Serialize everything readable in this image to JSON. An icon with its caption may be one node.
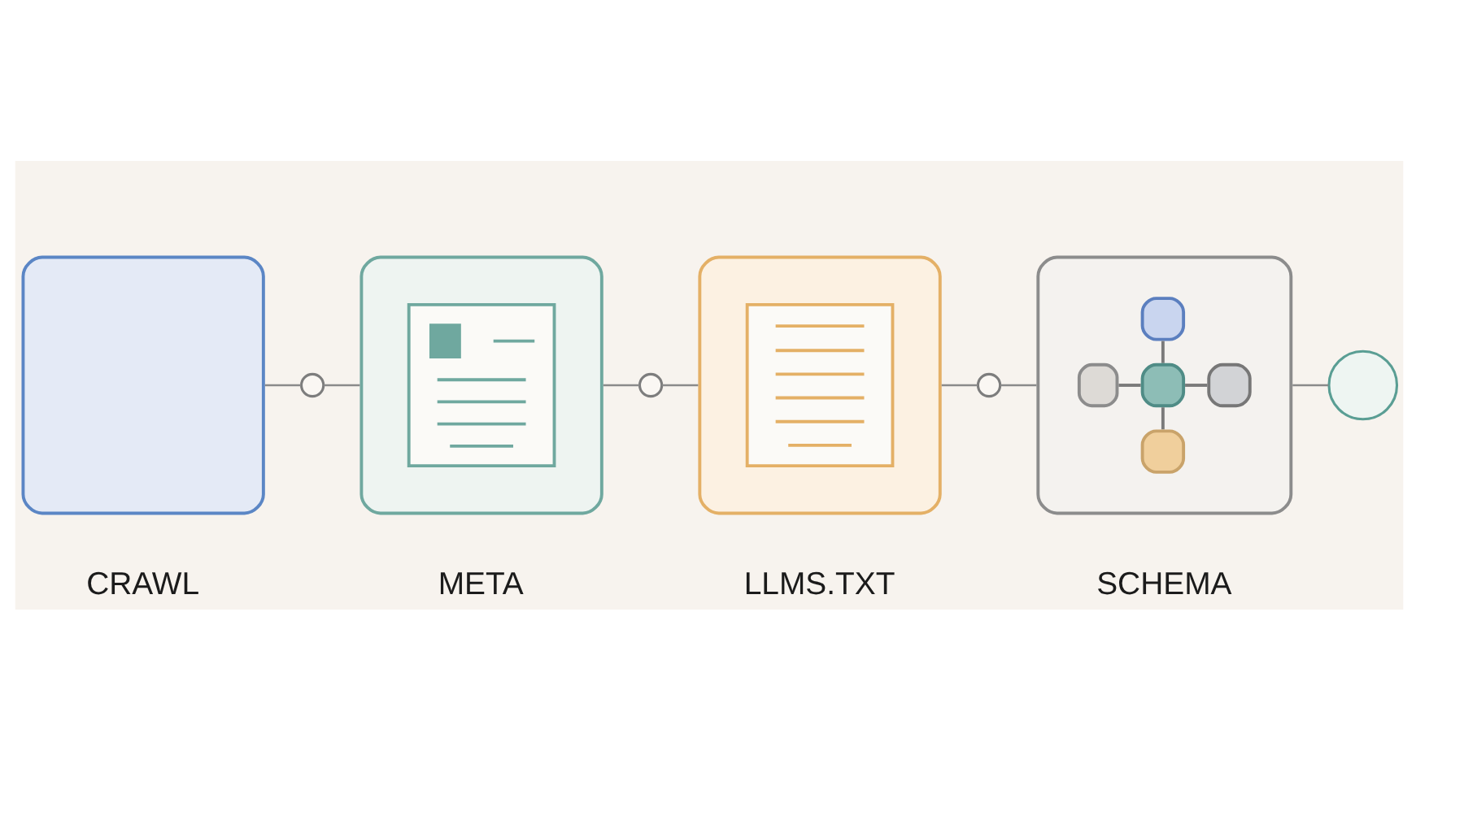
{
  "diagram": {
    "nodes": [
      {
        "text": [
          "CRAWL"
        ]
      },
      {
        "text": [],
        "shape": "circle"
      },
      {
        "text": [
          "META"
        ]
      },
      {
        "text": [],
        "shape": "circle"
      },
      {
        "text": [
          "LLMS.TXT"
        ]
      },
      {
        "text": [],
        "shape": "circle"
      },
      {
        "text": [
          "SCHEMA"
        ]
      },
      {
        "text": [],
        "shape": "circle"
      }
    ],
    "edges": [
      {
        "from": 0,
        "to": 1,
        "arrow": "none"
      },
      {
        "from": 1,
        "to": 2,
        "arrow": "none"
      },
      {
        "from": 2,
        "to": 3,
        "arrow": "none"
      },
      {
        "from": 3,
        "to": 4,
        "arrow": "none"
      },
      {
        "from": 4,
        "to": 5,
        "arrow": "none"
      },
      {
        "from": 5,
        "to": 6,
        "arrow": "none"
      },
      {
        "from": 6,
        "to": 7,
        "arrow": "none"
      }
    ]
  }
}
